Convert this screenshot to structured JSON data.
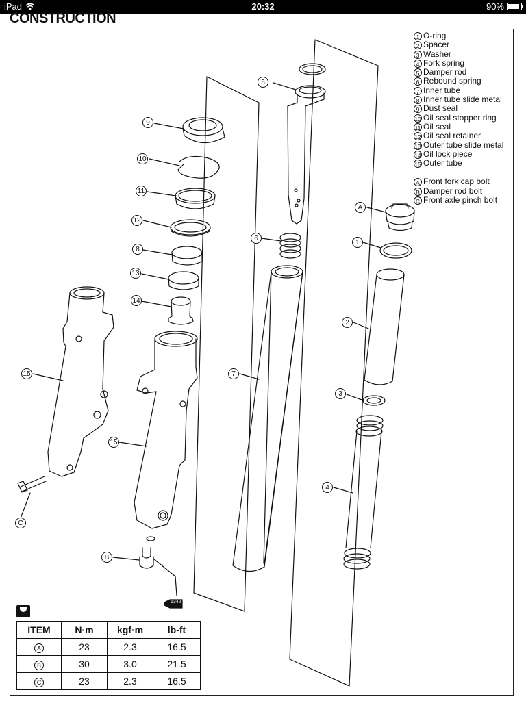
{
  "status_bar": {
    "device": "iPad",
    "time": "20:32",
    "battery": "90%"
  },
  "title": "CONSTRUCTION",
  "legend": {
    "parts": [
      {
        "mark": "1",
        "label": "O-ring"
      },
      {
        "mark": "2",
        "label": "Spacer"
      },
      {
        "mark": "3",
        "label": "Washer"
      },
      {
        "mark": "4",
        "label": "Fork spring"
      },
      {
        "mark": "5",
        "label": "Damper rod"
      },
      {
        "mark": "6",
        "label": "Rebound spring"
      },
      {
        "mark": "7",
        "label": "Inner tube"
      },
      {
        "mark": "8",
        "label": "Inner tube slide metal"
      },
      {
        "mark": "9",
        "label": "Dust seal"
      },
      {
        "mark": "10",
        "label": "Oil seal stopper ring"
      },
      {
        "mark": "11",
        "label": "Oil seal"
      },
      {
        "mark": "12",
        "label": "Oil seal retainer"
      },
      {
        "mark": "13",
        "label": "Outer tube slide metal"
      },
      {
        "mark": "14",
        "label": "Oil lock piece"
      },
      {
        "mark": "15",
        "label": "Outer tube"
      }
    ],
    "bolts": [
      {
        "mark": "A",
        "label": "Front fork cap bolt"
      },
      {
        "mark": "B",
        "label": "Damper rod bolt"
      },
      {
        "mark": "C",
        "label": "Front axle pinch bolt"
      }
    ]
  },
  "callouts": {
    "c1": "1",
    "c2": "2",
    "c3": "3",
    "c4": "4",
    "c5": "5",
    "c6": "6",
    "c7": "7",
    "c8": "8",
    "c9": "9",
    "c10": "10",
    "c11": "11",
    "c12": "12",
    "c13": "13",
    "c14": "14",
    "c15a": "15",
    "c15b": "15",
    "cA": "A",
    "cB": "B",
    "cC": "C"
  },
  "torque_table": {
    "headers": [
      "ITEM",
      "N·m",
      "kgf·m",
      "lb-ft"
    ],
    "rows": [
      {
        "item": "A",
        "nm": "23",
        "kgfm": "2.3",
        "lbft": "16.5"
      },
      {
        "item": "B",
        "nm": "30",
        "kgfm": "3.0",
        "lbft": "21.5"
      },
      {
        "item": "C",
        "nm": "23",
        "kgfm": "2.3",
        "lbft": "16.5"
      }
    ]
  },
  "thread_lock_label": "1342"
}
